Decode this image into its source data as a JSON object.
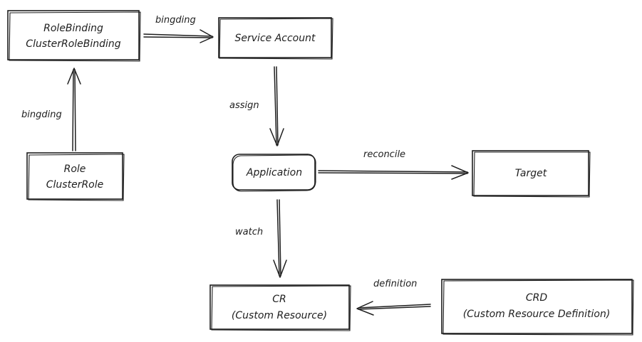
{
  "nodes": {
    "rolebinding": {
      "line1": "RoleBinding",
      "line2": "ClusterRoleBinding"
    },
    "service_account": {
      "label": "Service Account"
    },
    "role": {
      "line1": "Role",
      "line2": "ClusterRole"
    },
    "application": {
      "label": "Application"
    },
    "target": {
      "label": "Target"
    },
    "cr": {
      "line1": "CR",
      "line2": "(Custom Resource)"
    },
    "crd": {
      "line1": "CRD",
      "line2": "(Custom Resource Definition)"
    }
  },
  "edges": {
    "rolebinding_to_service_account": "bingding",
    "role_to_rolebinding": "bingding",
    "service_account_to_application": "assign",
    "application_to_target": "reconcile",
    "application_to_cr": "watch",
    "crd_to_cr": "definition"
  },
  "colors": {
    "stroke": "#1e1e1e",
    "background": "#ffffff"
  }
}
